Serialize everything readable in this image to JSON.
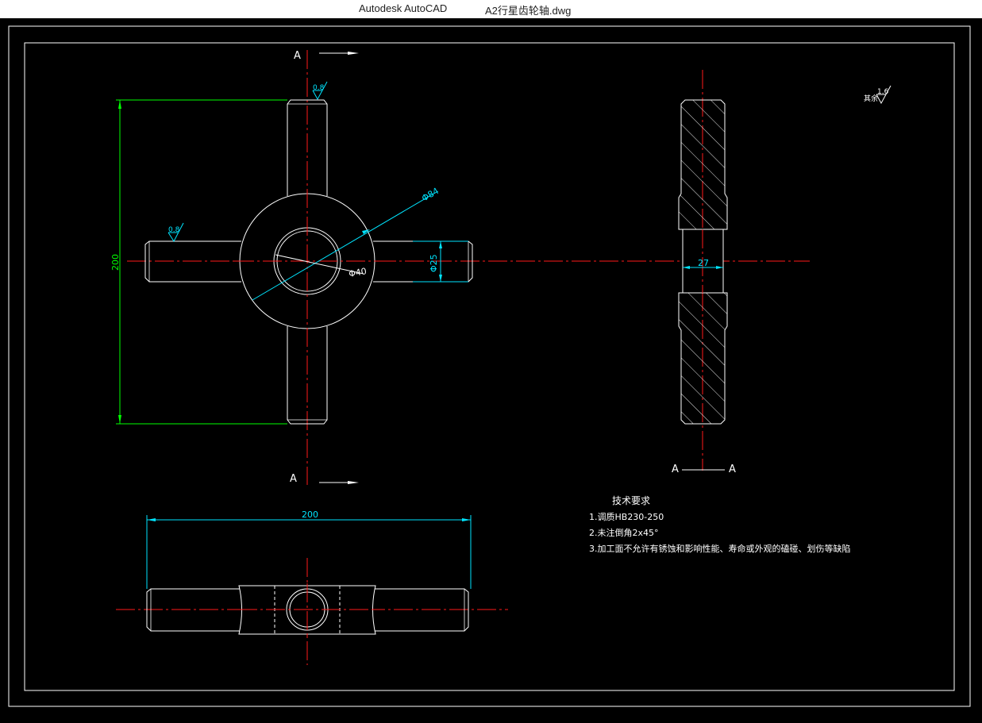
{
  "window": {
    "app_name": "Autodesk AutoCAD",
    "file_name": "A2行星齿轮轴.dwg"
  },
  "drawing": {
    "section_labels": {
      "top": "A",
      "bottom": "A",
      "section_left": "A",
      "section_right": "A"
    },
    "roughness": {
      "top_arm": "0.8",
      "left_arm": "0.8",
      "corner_prefix": "其余",
      "corner_value": "1.6"
    },
    "dimensions": {
      "height": "200",
      "hub_outer": "Φ84",
      "bore": "Φ40",
      "arm_dia": "Φ25",
      "bore_width": "27",
      "length": "200"
    },
    "tech_req": {
      "title": "技术要求",
      "items": [
        "1.调质HB230-250",
        "2.未注倒角2x45°",
        "3.加工面不允许有锈蚀和影响性能、寿命或外观的磕碰、划伤等缺陷"
      ]
    }
  },
  "colors": {
    "outline": "#ffffff",
    "centerline": "#ff1a1a",
    "dim_cyan": "#00e5ff",
    "dim_green": "#00ff00",
    "hatch": "#ffffff"
  }
}
